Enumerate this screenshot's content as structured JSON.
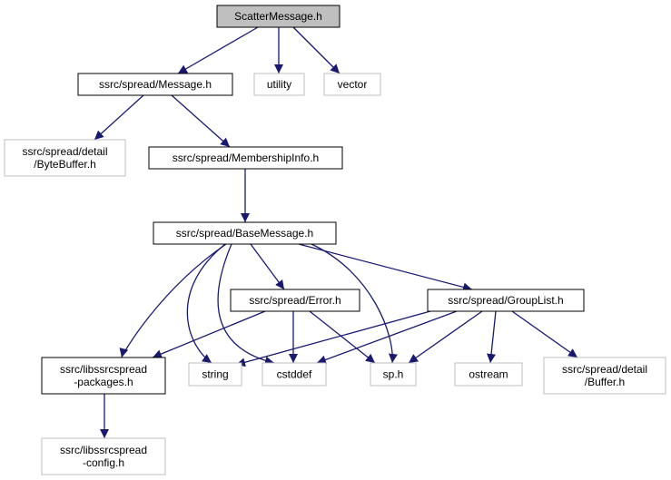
{
  "graph": {
    "nodes": [
      {
        "id": "scatter",
        "lines": [
          "ScatterMessage.h"
        ],
        "kind": "root"
      },
      {
        "id": "message",
        "lines": [
          "ssrc/spread/Message.h"
        ],
        "kind": "file"
      },
      {
        "id": "utility",
        "lines": [
          "utility"
        ],
        "kind": "external"
      },
      {
        "id": "vector",
        "lines": [
          "vector"
        ],
        "kind": "external"
      },
      {
        "id": "bytebuffer",
        "lines": [
          "ssrc/spread/detail",
          "/ByteBuffer.h"
        ],
        "kind": "external"
      },
      {
        "id": "membership",
        "lines": [
          "ssrc/spread/MembershipInfo.h"
        ],
        "kind": "file"
      },
      {
        "id": "basemessage",
        "lines": [
          "ssrc/spread/BaseMessage.h"
        ],
        "kind": "file"
      },
      {
        "id": "error",
        "lines": [
          "ssrc/spread/Error.h"
        ],
        "kind": "file"
      },
      {
        "id": "grouplist",
        "lines": [
          "ssrc/spread/GroupList.h"
        ],
        "kind": "file"
      },
      {
        "id": "packages",
        "lines": [
          "ssrc/libssrcspread",
          "-packages.h"
        ],
        "kind": "file"
      },
      {
        "id": "string",
        "lines": [
          "string"
        ],
        "kind": "external"
      },
      {
        "id": "cstddef",
        "lines": [
          "cstddef"
        ],
        "kind": "external"
      },
      {
        "id": "sph",
        "lines": [
          "sp.h"
        ],
        "kind": "external"
      },
      {
        "id": "ostream",
        "lines": [
          "ostream"
        ],
        "kind": "external"
      },
      {
        "id": "buffer",
        "lines": [
          "ssrc/spread/detail",
          "/Buffer.h"
        ],
        "kind": "external"
      },
      {
        "id": "config",
        "lines": [
          "ssrc/libssrcspread",
          "-config.h"
        ],
        "kind": "external"
      }
    ],
    "edges": [
      {
        "from": "scatter",
        "to": "message"
      },
      {
        "from": "scatter",
        "to": "utility"
      },
      {
        "from": "scatter",
        "to": "vector"
      },
      {
        "from": "message",
        "to": "bytebuffer"
      },
      {
        "from": "message",
        "to": "membership"
      },
      {
        "from": "membership",
        "to": "basemessage"
      },
      {
        "from": "basemessage",
        "to": "error"
      },
      {
        "from": "basemessage",
        "to": "grouplist"
      },
      {
        "from": "basemessage",
        "to": "packages"
      },
      {
        "from": "basemessage",
        "to": "string"
      },
      {
        "from": "basemessage",
        "to": "cstddef"
      },
      {
        "from": "basemessage",
        "to": "sph"
      },
      {
        "from": "error",
        "to": "packages"
      },
      {
        "from": "error",
        "to": "cstddef"
      },
      {
        "from": "error",
        "to": "sph"
      },
      {
        "from": "grouplist",
        "to": "string"
      },
      {
        "from": "grouplist",
        "to": "cstddef"
      },
      {
        "from": "grouplist",
        "to": "sph"
      },
      {
        "from": "grouplist",
        "to": "ostream"
      },
      {
        "from": "grouplist",
        "to": "buffer"
      },
      {
        "from": "packages",
        "to": "config"
      }
    ],
    "colors": {
      "root_fill": "#bfbfbf",
      "file_border": "#000000",
      "external_border": "#bfbfbf",
      "edge": "#191970"
    }
  }
}
